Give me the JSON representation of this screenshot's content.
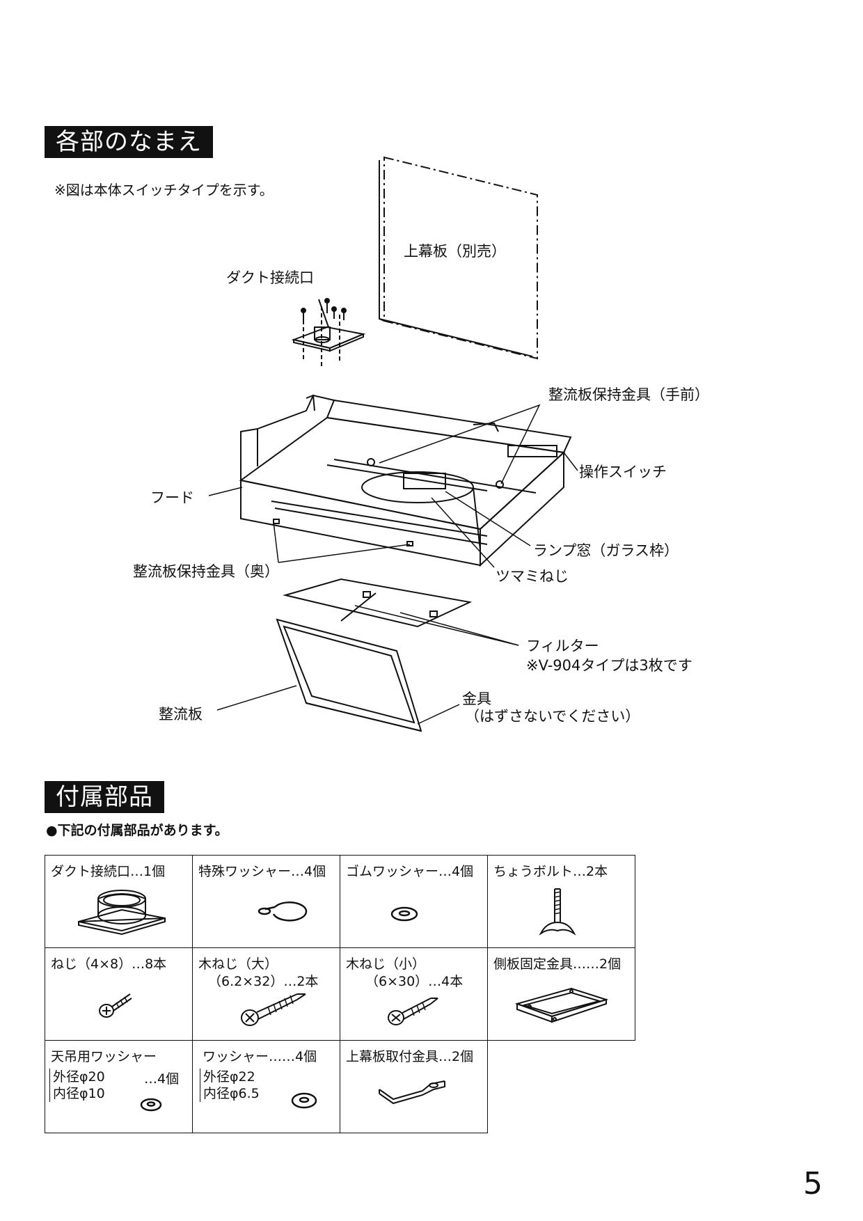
{
  "section1": {
    "title": "各部のなまえ",
    "note": "※図は本体スイッチタイプを示す。"
  },
  "labels": {
    "upper_panel": "上幕板（別売）",
    "duct_port": "ダクト接続口",
    "baffle_holder_front": "整流板保持金具（手前）",
    "switch": "操作スイッチ",
    "hood": "フード",
    "lamp_window": "ランプ窓（ガラス枠）",
    "baffle_holder_back": "整流板保持金具（奥）",
    "knob_screw": "ツマミねじ",
    "filter": "フィルター",
    "filter_note": "※V-904タイプは3枚です",
    "baffle": "整流板",
    "bracket": "金具",
    "bracket_note": "（はずさないでください）"
  },
  "section2": {
    "title": "付属部品",
    "note": "●下記の付属部品があります。"
  },
  "parts": [
    {
      "name": "ダクト接続口…1個",
      "icon": "duct-connector-icon"
    },
    {
      "name": "特殊ワッシャー…4個",
      "icon": "special-washer-icon"
    },
    {
      "name": "ゴムワッシャー…4個",
      "icon": "rubber-washer-icon"
    },
    {
      "name": "ちょうボルト…2本",
      "icon": "wing-bolt-icon"
    },
    {
      "name": "ねじ（4×8）…8本",
      "icon": "screw-icon"
    },
    {
      "name": "木ねじ（大）",
      "name2": "（6.2×32）…2本",
      "icon": "wood-screw-large-icon"
    },
    {
      "name": "木ねじ（小）",
      "name2": "（6×30）…4本",
      "icon": "wood-screw-small-icon"
    },
    {
      "name": "側板固定金具……2個",
      "icon": "side-plate-bracket-icon"
    },
    {
      "name": "天吊用ワッシャー",
      "spec1": "外径φ20",
      "spec2": "内径φ10",
      "count": "…4個",
      "icon": "ceiling-washer-icon"
    },
    {
      "name": "ワッシャー……4個",
      "spec1": "外径φ22",
      "spec2": "内径φ6.5",
      "icon": "washer-icon"
    },
    {
      "name": "上幕板取付金具…2個",
      "icon": "panel-mount-bracket-icon"
    }
  ],
  "page_number": "5"
}
